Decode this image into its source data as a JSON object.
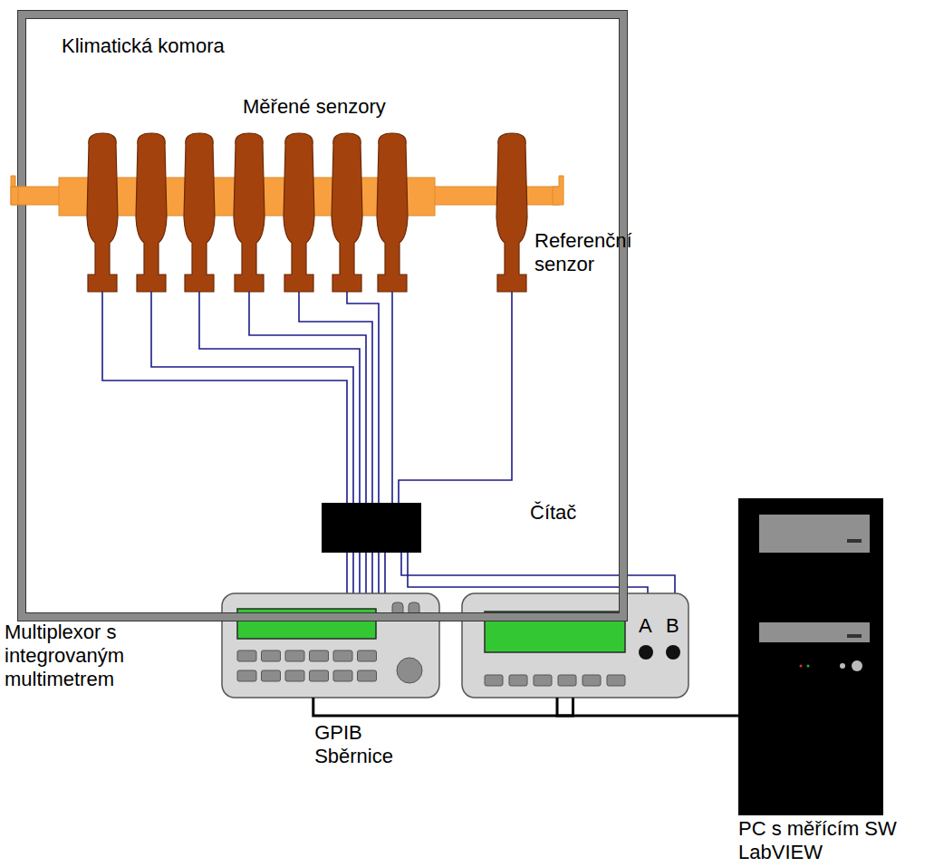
{
  "diagram": {
    "nodes": [
      {
        "text": [
          "Klimatická komora"
        ]
      },
      {
        "text": [
          "Multiplexor s integrovaným multimetrem"
        ]
      },
      {
        "text": [
          "Čítač"
        ]
      },
      {
        "text": [
          "PC s měřícím SW LabVIEW"
        ]
      }
    ],
    "edges": [
      {
        "from": 1,
        "to": 2,
        "arrow": "none",
        "label": "GPIB Sběrnice"
      },
      {
        "from": 2,
        "to": 3,
        "arrow": "none"
      }
    ],
    "labels": [
      "Měřené senzory",
      "Referenční senzor",
      "A",
      "B"
    ]
  }
}
